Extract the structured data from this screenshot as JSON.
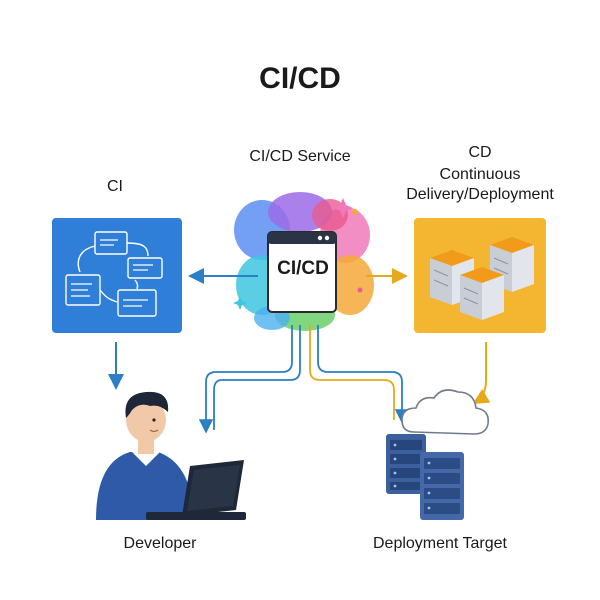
{
  "title": "CI/CD",
  "service": {
    "label": "CI/CD Service",
    "chip_text": "CI/CD"
  },
  "ci": {
    "label": "CI"
  },
  "cd": {
    "line1": "CD",
    "line2": "Continuous",
    "line3": "Delivery/Deployment"
  },
  "developer": {
    "label": "Developer"
  },
  "deployment": {
    "label": "Deployment Target"
  },
  "colors": {
    "ci_blue": "#2f7fd9",
    "cd_yellow": "#f4b631",
    "arrow_blue": "#2c7fc4",
    "arrow_yellow": "#e6a91b",
    "server_blue": "#3c5f9e",
    "shirt_blue": "#2f5aa8"
  }
}
